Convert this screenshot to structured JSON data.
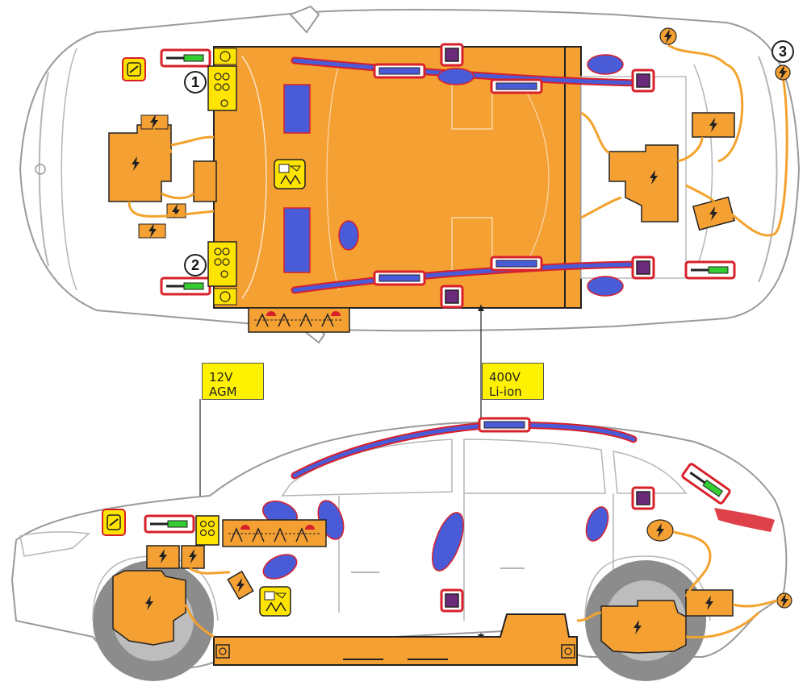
{
  "callouts": {
    "battery_12v": {
      "line1": "12V",
      "line2": "AGM"
    },
    "battery_hv": {
      "line1": "400V",
      "line2": "Li-ion"
    }
  },
  "markers": [
    "1",
    "2",
    "3"
  ],
  "icons": {
    "high_voltage": "high-voltage-icon",
    "fuse": "fuse-icon",
    "gas_spring": "gas-strut-icon",
    "airbag_curtain": "curtain-airbag-icon",
    "seatbelt_tensioner": "seatbelt-tensioner-icon",
    "control_unit": "airbag-control-unit-icon",
    "battery_12v": "battery-12v-icon"
  },
  "colors": {
    "hv_orange": "#f5a033",
    "hv_cable": "#f3a32d",
    "airbag_blue": "#4a5bd8",
    "reinforcement_red": "#d8202a",
    "sensor_purple": "#6b2a7a",
    "warning_yellow": "#ffe400",
    "strut_green": "#33cc33",
    "outline_gray": "#9a9a9a"
  }
}
